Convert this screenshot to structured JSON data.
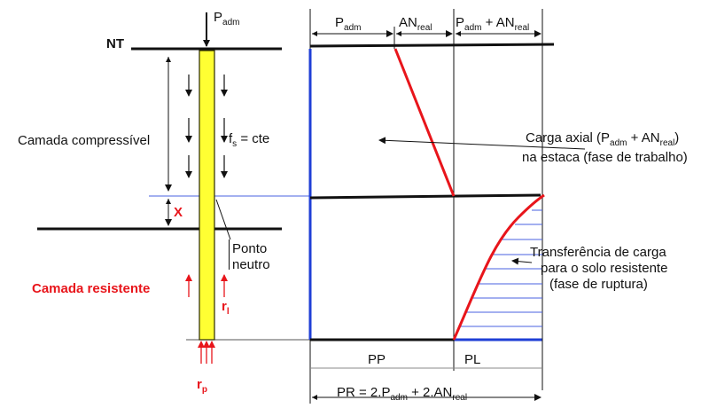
{
  "colors": {
    "pile": "#ffff33",
    "pile_border": "#2a2a00",
    "red": "#e8151b",
    "blue": "#1f3fd6",
    "thin_blue": "#4a62e0",
    "black": "#111111"
  },
  "labels": {
    "p_top": "P",
    "p_top_sub": "adm",
    "nt": "NT",
    "camada_compressivel": "Camada compressível",
    "fs_main": "f",
    "fs_sub": "s",
    "fs_rest": " = cte",
    "x": "X",
    "ponto": "Ponto",
    "neutro": "neutro",
    "camada_resistente": "Camada resistente",
    "rl_main": "r",
    "rl_sub": "l",
    "rp_main": "r",
    "rp_sub": "p",
    "top_p": "P",
    "top_p_sub": "adm",
    "top_an": "AN",
    "top_an_sub": "real",
    "top_sum_p": "P",
    "top_sum_p_sub": "adm",
    "top_sum_plus": " + AN",
    "top_sum_an_sub": "real",
    "carga_1a": "Carga axial (P",
    "carga_1a_sub": "adm",
    "carga_1b": " + AN",
    "carga_1b_sub": "real",
    "carga_1c": ")",
    "carga_2": "na estaca (fase de trabalho)",
    "transf_1": "Transferência de carga",
    "transf_2": "para o solo resistente",
    "transf_3": "(fase de ruptura)",
    "pp": "PP",
    "pl": "PL",
    "pr_a": "PR = 2.P",
    "pr_a_sub": "adm",
    "pr_b": " + 2.AN",
    "pr_b_sub": "real"
  }
}
